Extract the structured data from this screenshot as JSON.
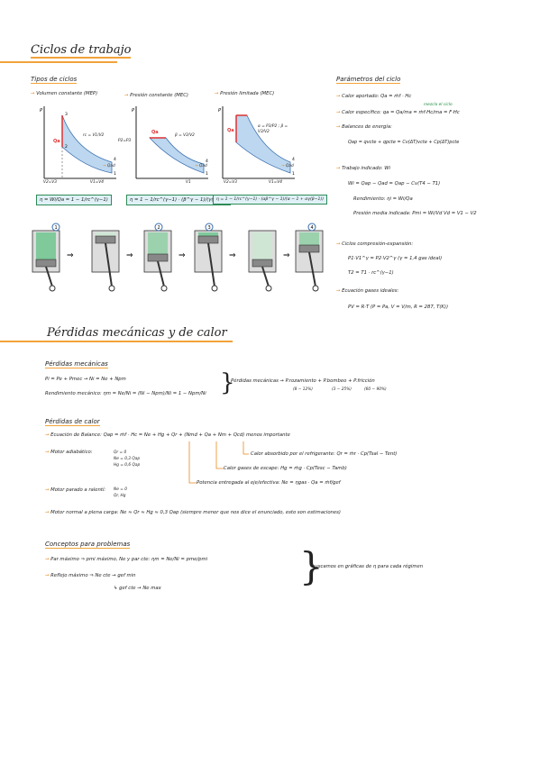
{
  "sections": {
    "ciclos": {
      "title": "Ciclos de trabajo",
      "tipos_title": "Tipos de ciclos",
      "cycles": [
        {
          "label": "Volumen constante (MEP)",
          "pv_label": "rc = V1/V2",
          "axis_x": "V2=V3",
          "axis_v": "V1=V4",
          "qs": "Qad",
          "formula": "η = Wi/Qa = 1 − 1/rc^(γ−1)"
        },
        {
          "label": "Presión constante (MEC)",
          "pv_label": "β = V3/V2",
          "axis_x": "",
          "axis_v": "V1",
          "qs": "Qad",
          "p_label": "P2=P3",
          "formula": "η = 1 − 1/rc^(γ−1) · (β^γ − 1)/(γ(β−1))"
        },
        {
          "label": "Presión limitada (MEC)",
          "pv_label": "α = P3/P2 ; β = V3/V2",
          "axis_x": "V2=V3",
          "axis_v": "V1=V4",
          "qs": "Qad",
          "formula": "η = 1 − 1/rc^(γ−1) · (αβ^γ − 1)/(α − 1 + αγ(β−1))"
        }
      ],
      "piston_steps": [
        "1",
        "2",
        "3",
        "4"
      ]
    },
    "parametros": {
      "title": "Parámetros del ciclo",
      "items": [
        {
          "label": "Calor aportado:",
          "text": "Qa = ṁf · Hc"
        },
        {
          "label": "Calor específico:",
          "text": "qa = Qa/ma = ṁf·Hc/ma = F·Hc"
        },
        {
          "label": "Balances de energía:",
          "text": "Qap = qvcte + qpcte = Cv(ΔT)vcte + Cp(ΔT)pcte"
        },
        {
          "label": "Trabajo indicado:",
          "text": "Wi"
        },
        {
          "label": "",
          "text": "Wi = Qap − Qad = Qap − Cv(T4 − T1)"
        },
        {
          "label": "Rendimiento:",
          "text": "ηi = Wi/Qa"
        },
        {
          "label": "Presión media indicada:",
          "text": "Pmi = Wi/Vd   Vd = V1 − V2"
        },
        {
          "label": "Ciclos compresión-expansión:",
          "text": "P1·V1^γ = P2·V2^γ  (γ = 1,4 gas ideal)"
        },
        {
          "label": "",
          "text": "T2 = T1 · rc^(γ−1)"
        },
        {
          "label": "Ecuación gases ideales:",
          "text": "PV = R·T  (P = Pa, V = V/m, R = 287, T(K))"
        }
      ],
      "mezcla_note": "mezcla el ciclo"
    },
    "perdidas": {
      "title": "Pérdidas mecánicas y de calor",
      "mec_title": "Pérdidas mecánicas",
      "mec_eq1": "Pi = Pe + Pmec → Ni = Ne + Npm",
      "mec_eq2": "Rendimiento mecánico: ηm = Ne/Ni = (Ni − Npm)/Ni = 1 − Npm/Ni",
      "mec_right": "Pérdidas mecánicas → P.rozamiento + P.bombeo + P.fricción",
      "mec_pct": [
        "(8 − 12%)",
        "(3 − 25%)",
        "(60 − 90%)"
      ],
      "calor_title": "Pérdidas de calor",
      "balance_label": "Ecuación de Balance:",
      "balance_eq": "Qap = ṁf · Hc = Ne + Hg + Qr + (Nmd + Qa + Nm + Qcd)",
      "menos_importante": "menos importante",
      "adiab_label": "Motor adiabático:",
      "adiab_lines": [
        "Qr = 0",
        "Ne = 0,3 Qap",
        "Hg = 0,6 Qap"
      ],
      "refrig": "Calor absorbido por el refrigerante: Qr = ṁr · Cp(Tsal − Tent)",
      "gases": "Calor gases de escape: Hg = ṁg · Cp(Tesc − Tamb)",
      "potencia": "Potencia entregada al eje/efectiva: Ne = ηgas · Qa = ṁf/gef",
      "parado_label": "Motor parado a ralentí:",
      "parado_lines": [
        "Ne = 0",
        "Qr, Hg"
      ],
      "normal_label": "Motor normal a plena carga:",
      "normal_eq": "Ne ≈ Qr ≈ Hg ≈ 0,3 Qap  (siempre menor que nos dice el enunciado, esto son estimaciones)"
    },
    "conceptos": {
      "title": "Conceptos para problemas",
      "item1": "Par máximo ⇒ pmi máximo, Ne y par cte: ηm = Ne/Ni = pme/pmi",
      "item2": "Reflejo máximo ⇒ Ne cte → gef min",
      "item3": "gef cte → Ne max",
      "note": "buscamos en gráficas de η para cada régimen"
    }
  }
}
